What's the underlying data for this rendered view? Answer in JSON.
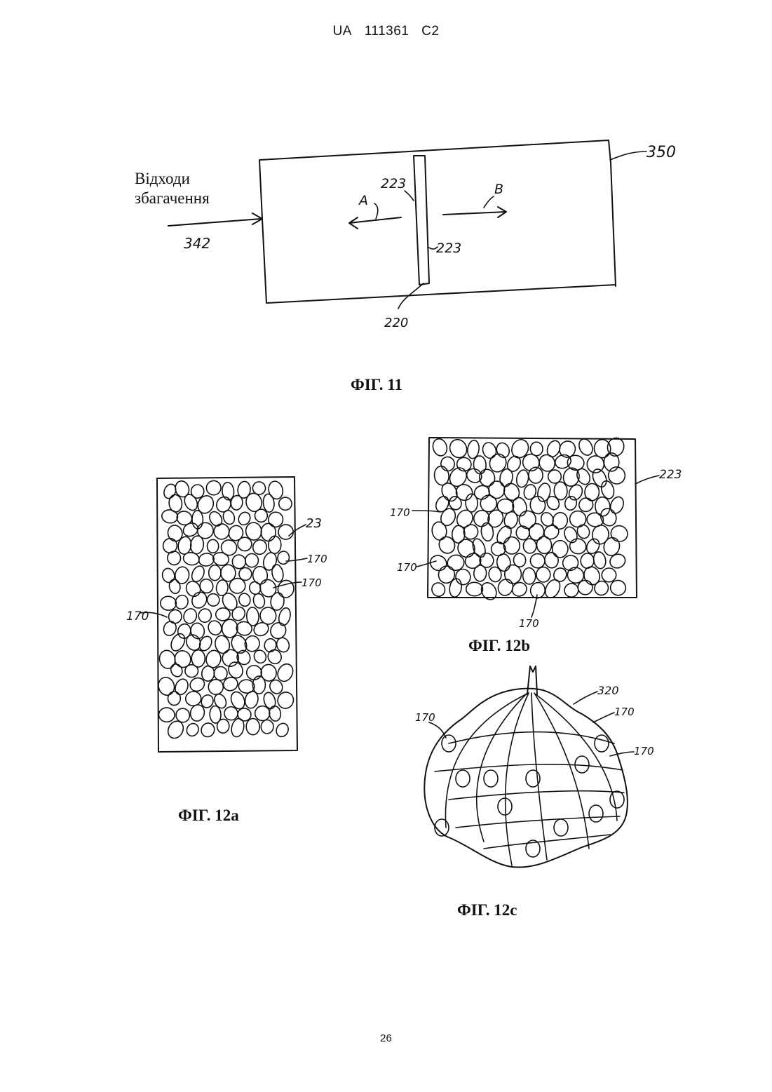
{
  "header": {
    "country": "UA",
    "patent_number": "111361",
    "kind_code": "C2"
  },
  "fig11": {
    "input_label_line1": "Відходи",
    "input_label_line2": "збагачення",
    "ref_input": "342",
    "ref_vessel": "350",
    "ref_membrane": "220",
    "ref_layer_top": "223",
    "ref_layer_right": "223",
    "arrow_a": "A",
    "arrow_b": "B",
    "caption": "ФІГ. 11"
  },
  "fig12a": {
    "ref_layer": "23",
    "ref_particle_1": "170",
    "ref_particle_2": "170",
    "ref_particle_3": "170",
    "caption": "ФІГ. 12a"
  },
  "fig12b": {
    "ref_layer": "223",
    "ref_particle_1": "170",
    "ref_particle_2": "170",
    "ref_particle_3": "170",
    "caption": "ФІГ. 12b"
  },
  "fig12c": {
    "ref_body": "320",
    "ref_particle_1": "170",
    "ref_particle_2": "170",
    "ref_particle_3": "170",
    "caption": "ФІГ. 12c"
  },
  "page_number": "26"
}
